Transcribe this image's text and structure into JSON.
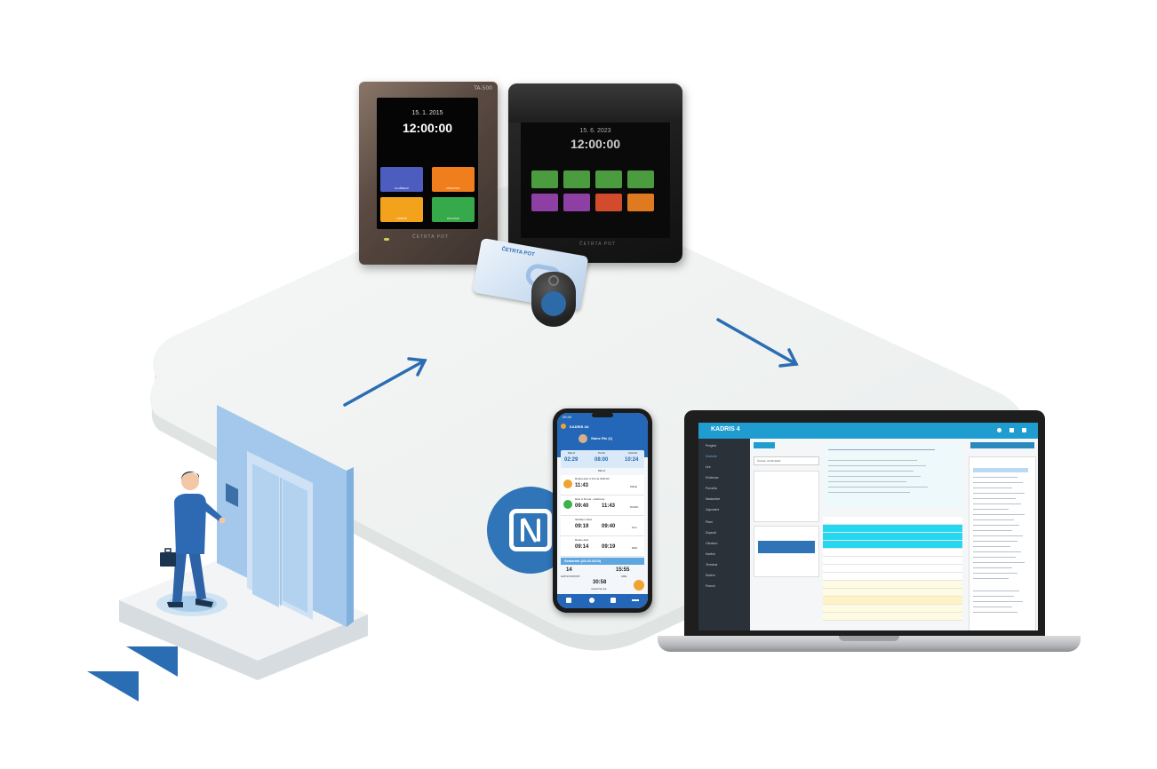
{
  "terminal_a": {
    "model": "TA-500",
    "date": "15. 1. 2015",
    "time": "12:00:00",
    "buttons": [
      {
        "label": "SLUŽBENO",
        "color": "#4d5cbf"
      },
      {
        "label": "PRIVATNO",
        "color": "#f07e1d"
      },
      {
        "label": "ODMOR",
        "color": "#f3a21c"
      },
      {
        "label": "DOLAZAK",
        "color": "#36a94a"
      }
    ],
    "logo": "ČETRTA POT"
  },
  "terminal_b": {
    "date": "15. 6. 2023",
    "time": "12:00:00",
    "row1_colors": [
      "#4b9c3f",
      "#4b9c3f",
      "#4b9c3f",
      "#4b9c3f"
    ],
    "row2_colors": [
      "#8e3fa3",
      "#8e3fa3",
      "#d24b2c",
      "#e07a20"
    ],
    "logo": "ČETRTA POT"
  },
  "card": {
    "logo": "ČETRTA POT"
  },
  "phone": {
    "time": "09:49",
    "app": "KADRIS 4U",
    "user": "Stane Ric (1)",
    "stats_labels": [
      "DELO",
      "PLAN",
      "SALDO"
    ],
    "stats_values": [
      "02:29",
      "08:00",
      "10:24"
    ],
    "section": "DELO",
    "rows": [
      {
        "title": "Redna delo iz Doma (MAI10)",
        "time": "11:43",
        "tag": "MALE",
        "color": "#f0a330"
      },
      {
        "title": "Delo iz Doma - odobreno",
        "time": "09:40",
        "time2": "11:43",
        "tag": "DOMO",
        "color": "#3cb34a"
      },
      {
        "title": "Služben izhod",
        "time": "09:19",
        "time2": "09:40",
        "tag": "SLU",
        "color": "#cccccc"
      },
      {
        "title": "Redno delo",
        "time": "09:14",
        "time2": "09:19",
        "tag": "RED",
        "color": "#cccccc"
      }
    ],
    "band": "Sedaviek (23.03.2023)",
    "bottom_left_value": "14",
    "bottom_left_label": "LETNI DOPUST",
    "bottom_right_value": "15:55",
    "bottom_right_label": "URE",
    "bottom_center_value": "30:58",
    "bottom_center_label": "mesečna ura"
  },
  "laptop": {
    "app_title": "KADRIS 4",
    "sidebar": [
      "Pregled",
      "Dnevnik",
      "Ure",
      "Evidenca",
      "Poročila",
      "Nastavitve",
      "Zaposleni",
      "Plani",
      "Dopusti",
      "Obračun",
      "Kartice",
      "Terminal",
      "Sistem",
      "Pomoč"
    ],
    "selector": "Četrtek, 04.05.2023"
  }
}
